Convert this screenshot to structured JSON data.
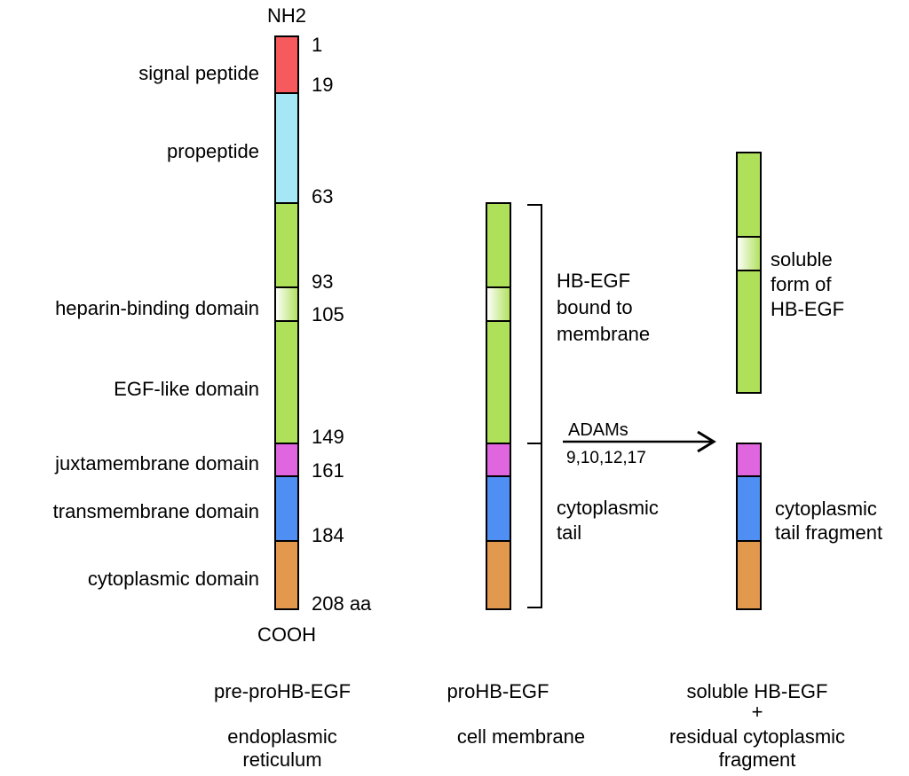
{
  "terminals": {
    "n_term": "NH2",
    "c_term": "COOH"
  },
  "colors": {
    "signal": "#f65a5c",
    "propeptide": "#a6e7f6",
    "egf": "#aee05a",
    "heparin_light": "#ffffff",
    "juxta": "#e066df",
    "transmembrane": "#4f8ef2",
    "cytoplasmic": "#e3994d",
    "outline": "#000000"
  },
  "domain_labels": {
    "signal_peptide": "signal peptide",
    "propeptide": "propeptide",
    "heparin_binding": "heparin-binding domain",
    "egf_like": "EGF-like domain",
    "juxtamembrane": "juxtamembrane domain",
    "transmembrane": "transmembrane domain",
    "cytoplasmic": "cytoplasmic domain"
  },
  "residues": {
    "r1": "1",
    "r19": "19",
    "r63": "63",
    "r93": "93",
    "r105": "105",
    "r149": "149",
    "r161": "161",
    "r184": "184",
    "r208": "208 aa"
  },
  "annotations": {
    "bound_line1": "HB-EGF",
    "bound_line2": "bound to",
    "bound_line3": "membrane",
    "tail_line1": "cytoplasmic",
    "tail_line2": "tail",
    "enzyme_line1": "ADAMs",
    "enzyme_line2": "9,10,12,17",
    "soluble_line1": "soluble",
    "soluble_line2": "form of",
    "soluble_line3": "HB-EGF",
    "fragment_line1": "cytoplasmic",
    "fragment_line2": "tail fragment"
  },
  "captions": {
    "col1_name": "pre-proHB-EGF",
    "col1_loc1": "endoplasmic",
    "col1_loc2": "reticulum",
    "col2_name": "proHB-EGF",
    "col2_loc": "cell membrane",
    "col3_name1": "soluble HB-EGF",
    "col3_plus": "+",
    "col3_name2": "residual cytoplasmic",
    "col3_name3": "fragment"
  }
}
